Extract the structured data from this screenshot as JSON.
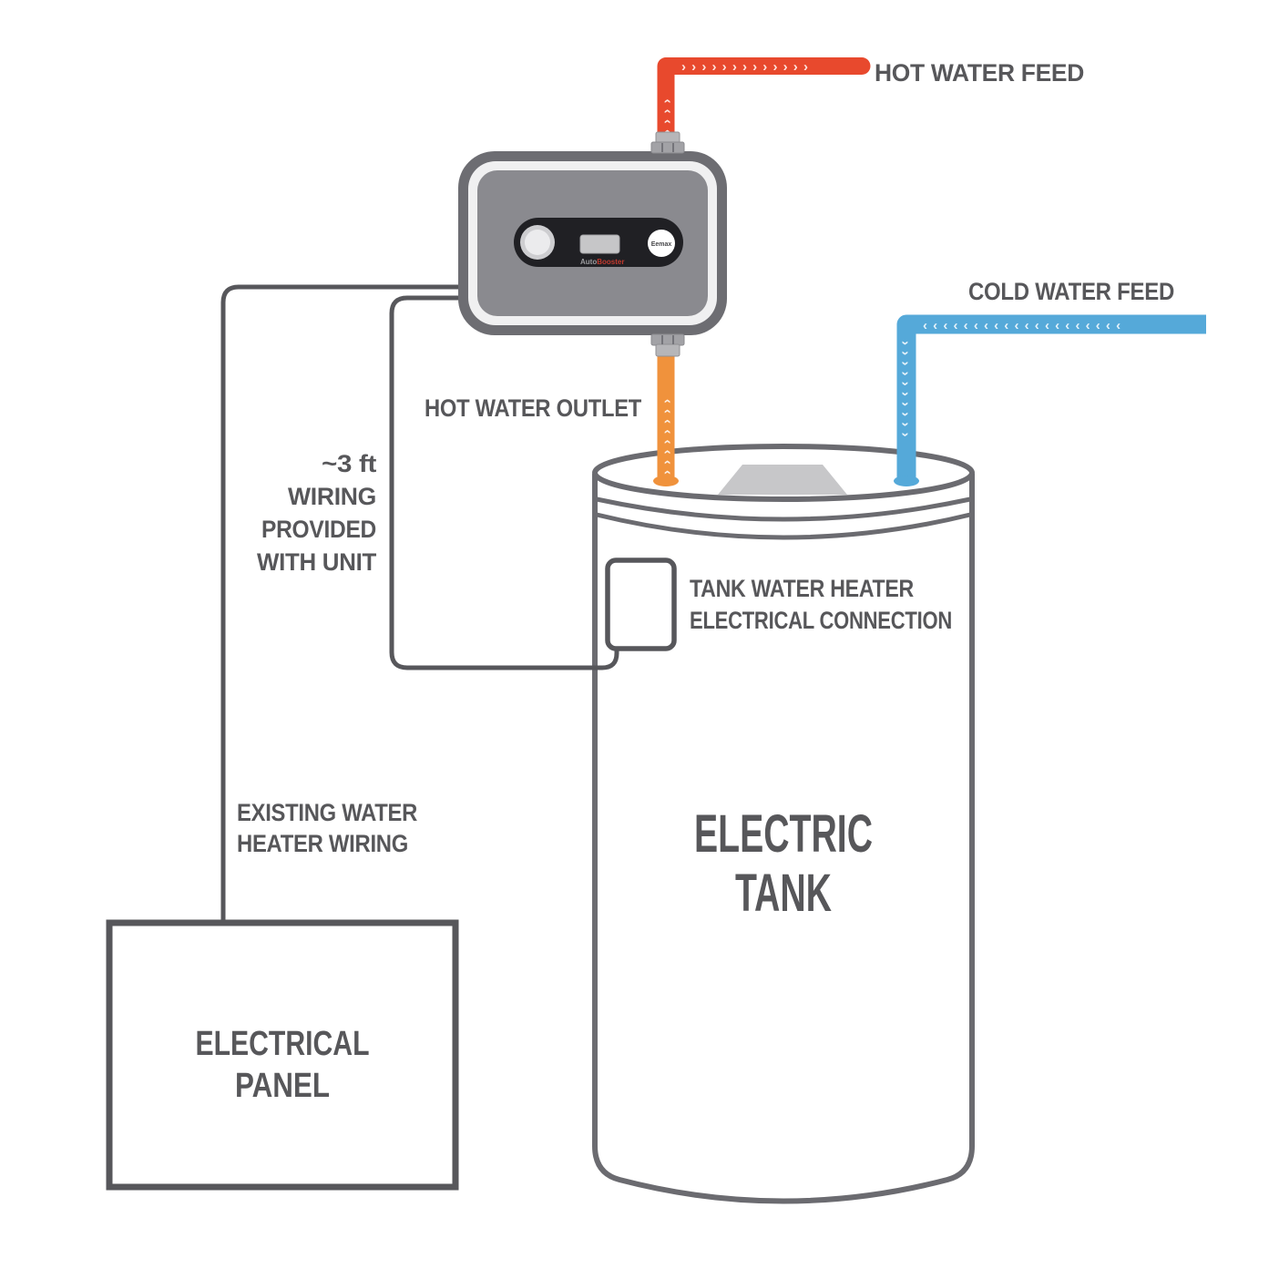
{
  "labels": {
    "hot_water_feed": "HOT WATER FEED",
    "cold_water_feed": "COLD WATER FEED",
    "hot_water_outlet": "HOT WATER OUTLET",
    "wiring_note": [
      "~3 ft",
      "WIRING",
      "PROVIDED",
      "WITH UNIT"
    ],
    "tank_connection": [
      "TANK WATER HEATER",
      "ELECTRICAL CONNECTION"
    ],
    "electric_tank": [
      "ELECTRIC",
      "TANK"
    ],
    "existing_wiring": [
      "EXISTING WATER",
      "HEATER WIRING"
    ],
    "electrical_panel": [
      "ELECTRICAL",
      "PANEL"
    ]
  },
  "booster_unit": {
    "brand_prefix": "Auto",
    "brand_suffix": "Booster",
    "logo": "Eemax"
  },
  "colors": {
    "hot_pipe": "#e8492d",
    "outlet_pipe": "#f0923c",
    "cold_pipe": "#55a9d9",
    "label_text": "#57575a",
    "tank_outline": "#6b6b70",
    "wire": "#57575b",
    "unit_frame": "#6d6d72",
    "unit_face": "#8a8a8f",
    "control_pill": "#202024"
  }
}
